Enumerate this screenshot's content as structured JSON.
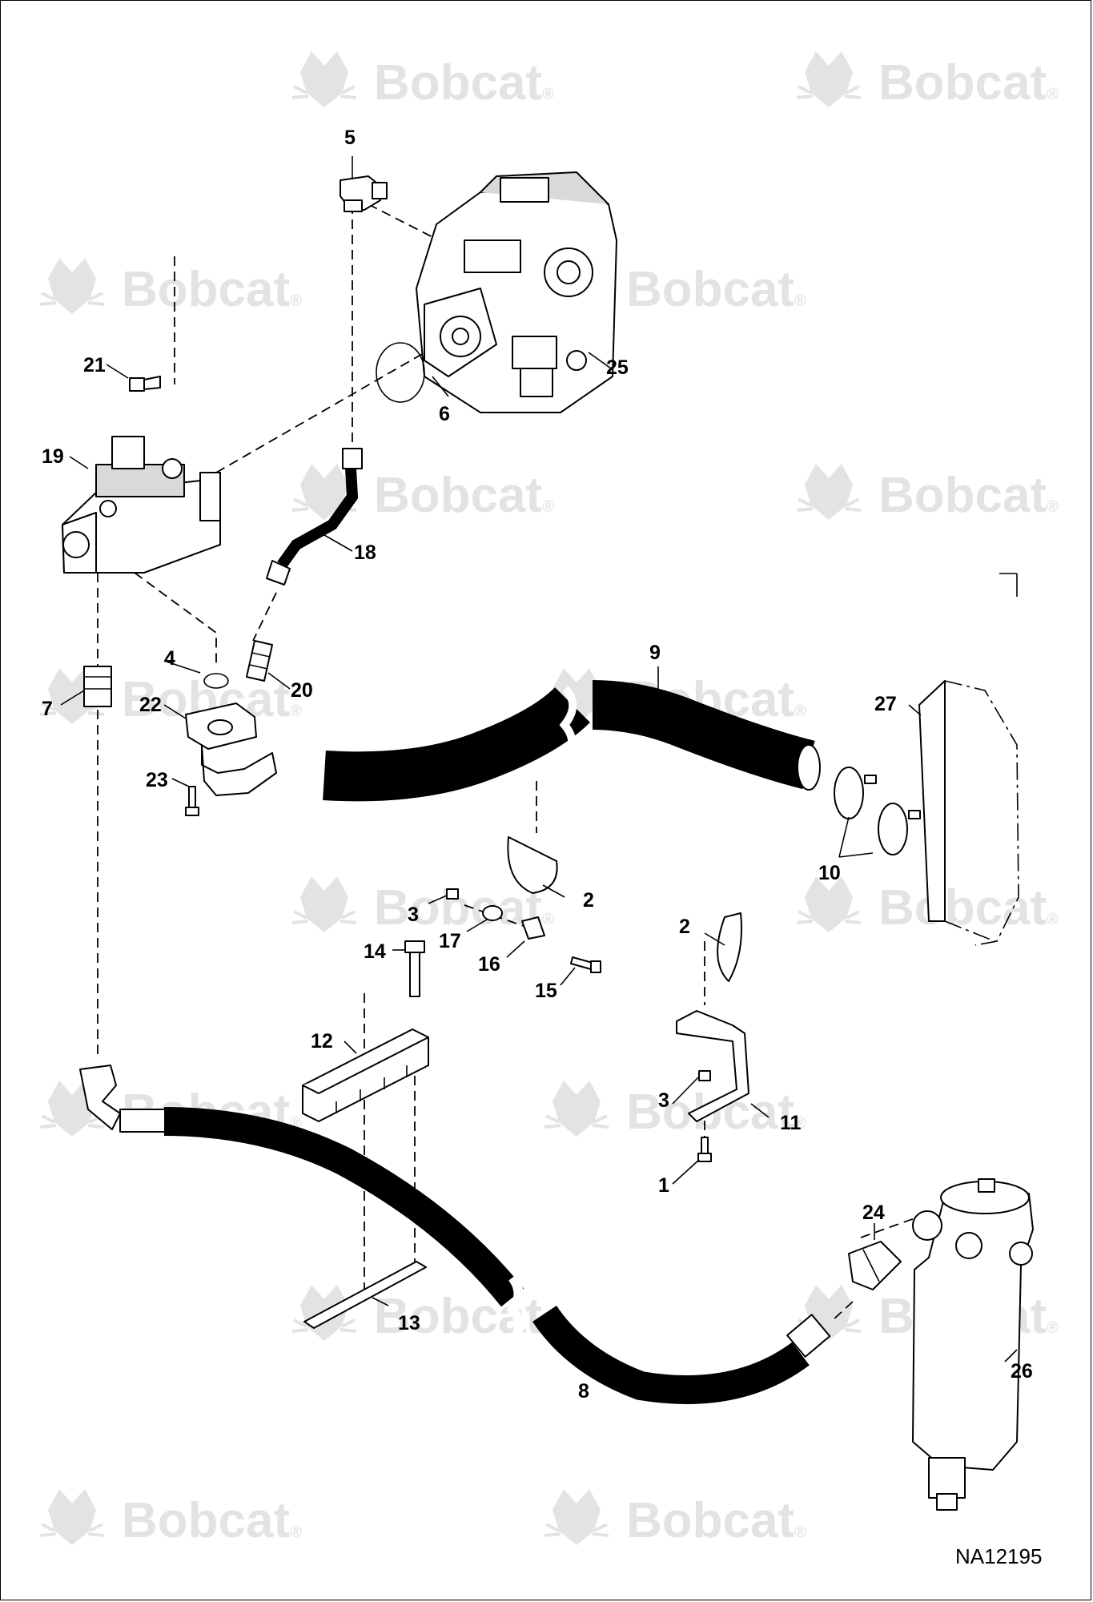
{
  "watermark": {
    "brand": "Bobcat",
    "mark": "®",
    "color": "#e3e3e3"
  },
  "figure_id": "NA12195",
  "callouts": {
    "c1": "1",
    "c2a": "2",
    "c2b": "2",
    "c3a": "3",
    "c3b": "3",
    "c4": "4",
    "c5": "5",
    "c6": "6",
    "c7": "7",
    "c8": "8",
    "c9": "9",
    "c10": "10",
    "c11": "11",
    "c12": "12",
    "c13": "13",
    "c14": "14",
    "c15": "15",
    "c16": "16",
    "c17": "17",
    "c18": "18",
    "c19": "19",
    "c20": "20",
    "c21": "21",
    "c22": "22",
    "c23": "23",
    "c24": "24",
    "c25": "25",
    "c26": "26",
    "c27": "27"
  },
  "icons": {
    "watermark_logo": "bobcat-head-icon"
  }
}
